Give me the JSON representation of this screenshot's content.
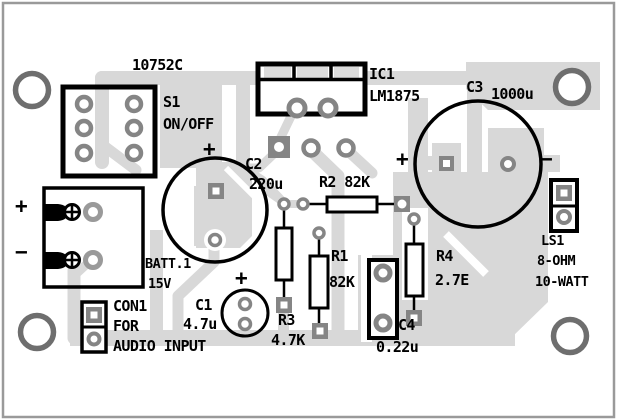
{
  "board": {
    "code": "10752C"
  },
  "colors": {
    "background": "#ffffff",
    "copper_trace": "#d8d8d8",
    "pad_gray": "#858585",
    "mounting_hole_ring": "#6e6e6e",
    "component_outline": "#000000",
    "board_border": "#9a9a9a"
  },
  "components": {
    "s1": {
      "ref": "S1",
      "value": "ON/OFF"
    },
    "ic1": {
      "ref": "IC1",
      "value": "LM1875"
    },
    "c1": {
      "ref": "C1",
      "value": "4.7u"
    },
    "c2": {
      "ref": "C2",
      "value": "220u"
    },
    "c3": {
      "ref": "C3",
      "value": "1000u"
    },
    "c4": {
      "ref": "C4",
      "value": "0.22u"
    },
    "r1": {
      "ref": "R1",
      "value": "82K"
    },
    "r2": {
      "ref": "R2 82K"
    },
    "r3": {
      "ref": "R3",
      "value": "4.7K"
    },
    "r4": {
      "ref": "R4",
      "value": "2.7E"
    },
    "batt": {
      "ref": "BATT.1",
      "value": "15V"
    },
    "con1": {
      "ref": "CON1",
      "line2": "FOR",
      "line3": "AUDIO INPUT"
    },
    "ls1": {
      "ref": "LS1",
      "line2": "8-OHM",
      "line3": "10-WATT"
    }
  },
  "symbols": {
    "plus": "+",
    "minus": "−"
  }
}
